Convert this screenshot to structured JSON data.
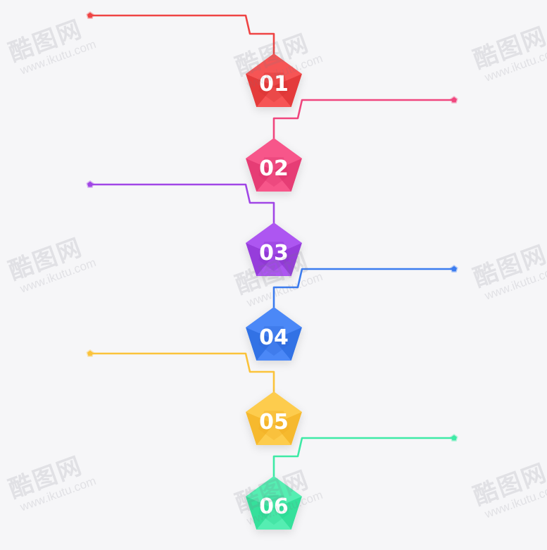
{
  "steps": [
    {
      "label": "01",
      "color": "#ef4444",
      "color_dark": "#d63131",
      "color_light": "#ff6b6b",
      "side": "left"
    },
    {
      "label": "02",
      "color": "#f0467e",
      "color_dark": "#d9336a",
      "color_light": "#ff6b98",
      "side": "right"
    },
    {
      "label": "03",
      "color": "#a146e6",
      "color_dark": "#8a34cf",
      "color_light": "#bd6cff",
      "side": "left"
    },
    {
      "label": "04",
      "color": "#3b7cf0",
      "color_dark": "#2b66d6",
      "color_light": "#5f97ff",
      "side": "right"
    },
    {
      "label": "05",
      "color": "#fbc33b",
      "color_dark": "#f0ad1f",
      "color_light": "#ffd666",
      "side": "left"
    },
    {
      "label": "06",
      "color": "#3eeaa6",
      "color_dark": "#27d48e",
      "color_light": "#6ff5c1",
      "side": "right"
    }
  ],
  "watermark": {
    "logo": "酷图网",
    "url": "www.ikutu.com"
  }
}
